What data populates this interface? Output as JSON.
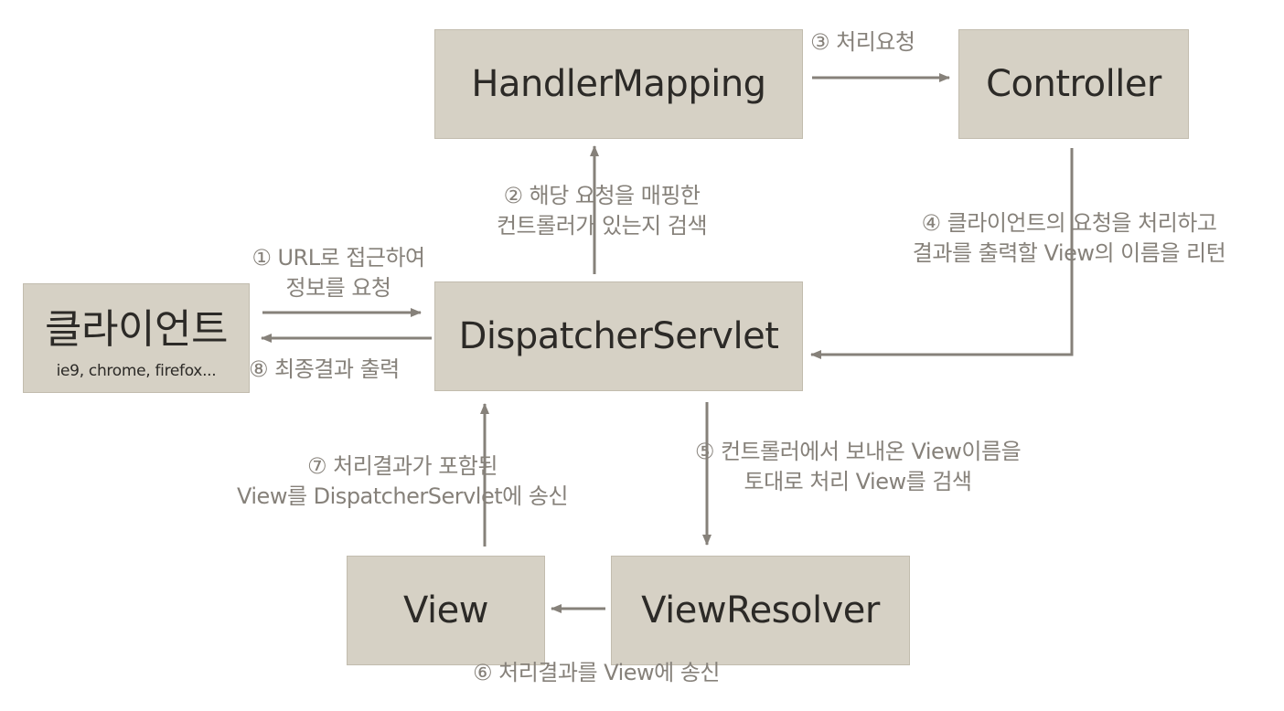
{
  "colors": {
    "box_fill": "#d6d1c5",
    "box_border": "#c2bcae",
    "arrow": "#86817a",
    "label": "#86817a",
    "box_text": "#2c2a27"
  },
  "boxes": {
    "handler_mapping": {
      "label": "HandlerMapping"
    },
    "controller": {
      "label": "Controller"
    },
    "client": {
      "label": "클라이언트",
      "sub": "ie9, chrome, firefox..."
    },
    "dispatcher_servlet": {
      "label": "DispatcherServlet"
    },
    "view": {
      "label": "View"
    },
    "view_resolver": {
      "label": "ViewResolver"
    }
  },
  "steps": {
    "s1": {
      "line1": "① URL로 접근하여",
      "line2": "정보를 요청"
    },
    "s2": {
      "line1": "② 해당 요청을 매핑한",
      "line2": "컨트롤러가 있는지 검색"
    },
    "s3": {
      "line1": "③ 처리요청"
    },
    "s4": {
      "line1": "④ 클라이언트의 요청을 처리하고",
      "line2": "결과를 출력할 View의 이름을 리턴"
    },
    "s5": {
      "line1": "⑤ 컨트롤러에서 보내온 View이름을",
      "line2": "토대로 처리 View를 검색"
    },
    "s6": {
      "line1": "⑥ 처리결과를 View에 송신"
    },
    "s7": {
      "line1": "⑦ 처리결과가 포함된",
      "line2": "View를 DispatcherServlet에 송신"
    },
    "s8": {
      "line1": "⑧ 최종결과 출력"
    }
  }
}
